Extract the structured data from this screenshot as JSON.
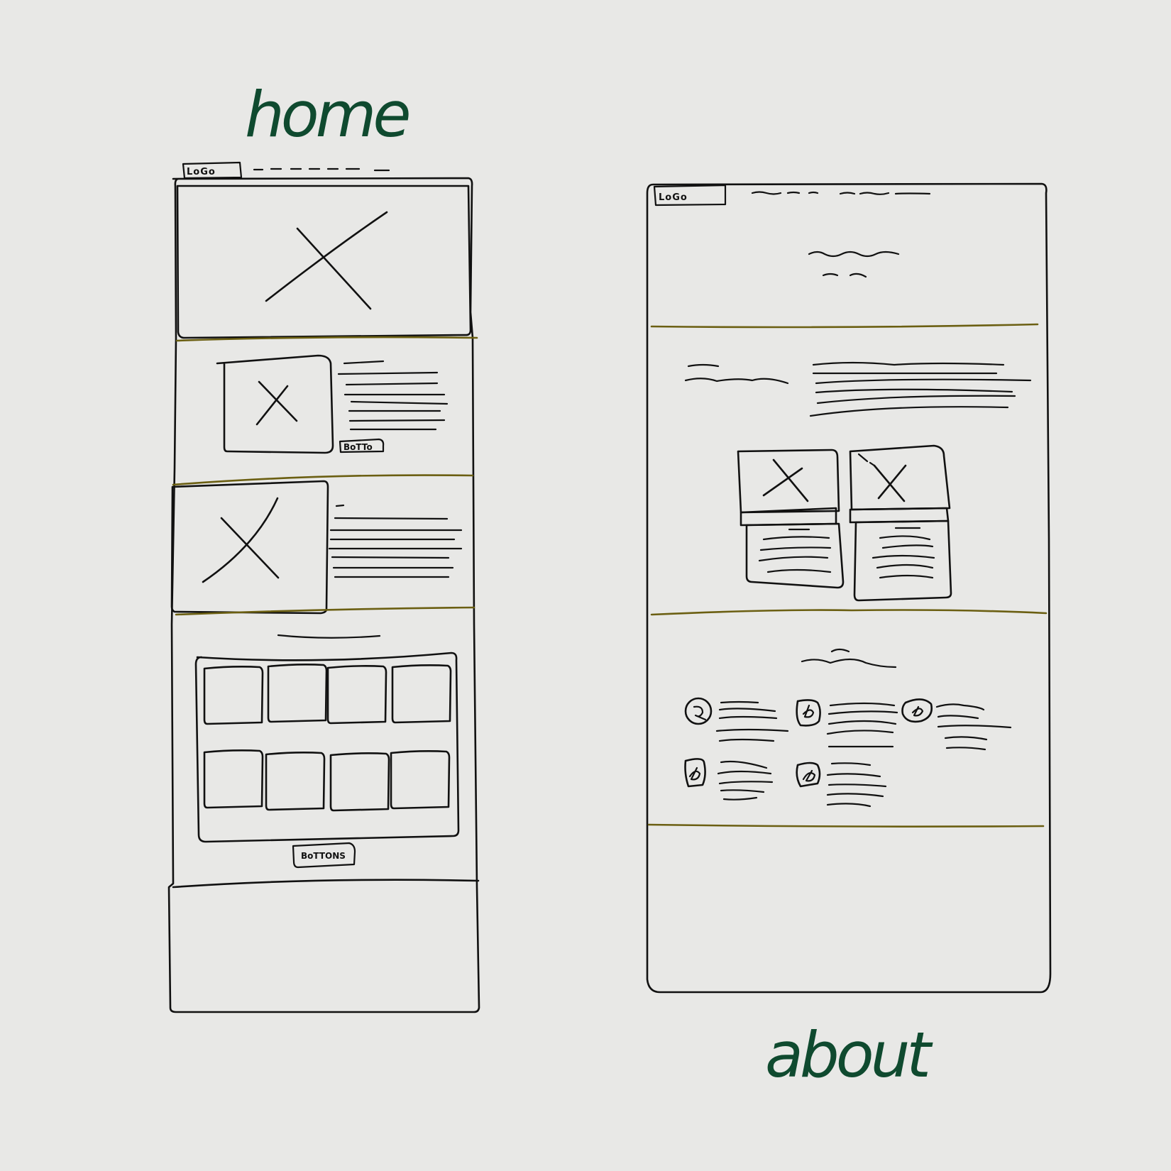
{
  "colors": {
    "background": "#e8e8e6",
    "ink": "#111111",
    "divider": "#6b5f12",
    "label": "#0f4a2f"
  },
  "labels": {
    "home": "home",
    "about": "about"
  },
  "home": {
    "logo": "LoGo",
    "section_button": "BoTTo",
    "gallery_button": "BoTTONS",
    "gallery_tiles": 8
  },
  "about": {
    "logo": "LoGo",
    "cards": 2,
    "feature_icons": 5
  }
}
